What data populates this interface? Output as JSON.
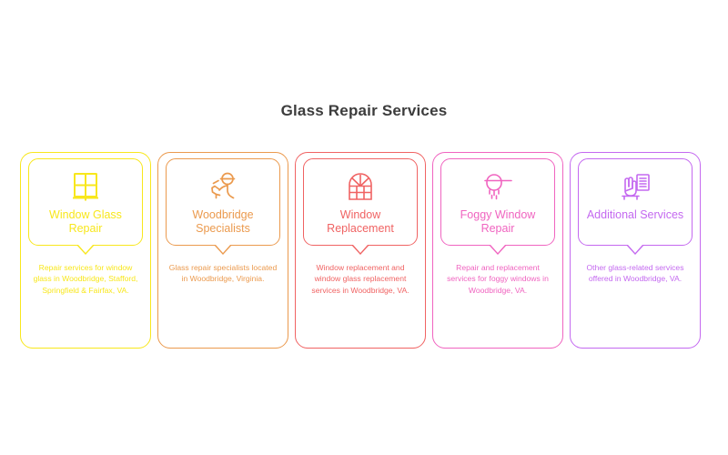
{
  "header": {
    "title": "Glass Repair Services"
  },
  "cards": [
    {
      "id": "window-glass-repair",
      "title": "Window Glass Repair",
      "body": "Repair services for window glass in Woodbridge, Stafford, Springfield & Fairfax, VA.",
      "accent": "#F8E71C",
      "icon": "window-grid-icon"
    },
    {
      "id": "woodbridge-specialists",
      "title": "Woodbridge Specialists",
      "body": "Glass repair specialists located in Woodbridge, Virginia.",
      "accent": "#EB9A4E",
      "icon": "construction-worker-icon"
    },
    {
      "id": "window-replacement",
      "title": "Window Replacement",
      "body": "Window replacement and window glass replacement services in Woodbridge, VA.",
      "accent": "#F06363",
      "icon": "arched-window-icon"
    },
    {
      "id": "foggy-window-repair",
      "title": "Foggy Window Repair",
      "body": "Repair and replacement services for foggy windows in Woodbridge, VA.",
      "accent": "#F064C0",
      "icon": "shower-head-icon"
    },
    {
      "id": "additional-services",
      "title": "Additional Services",
      "body": "Other glass-related services offered in Woodbridge, VA.",
      "accent": "#C469F0",
      "icon": "hand-document-icon"
    }
  ]
}
